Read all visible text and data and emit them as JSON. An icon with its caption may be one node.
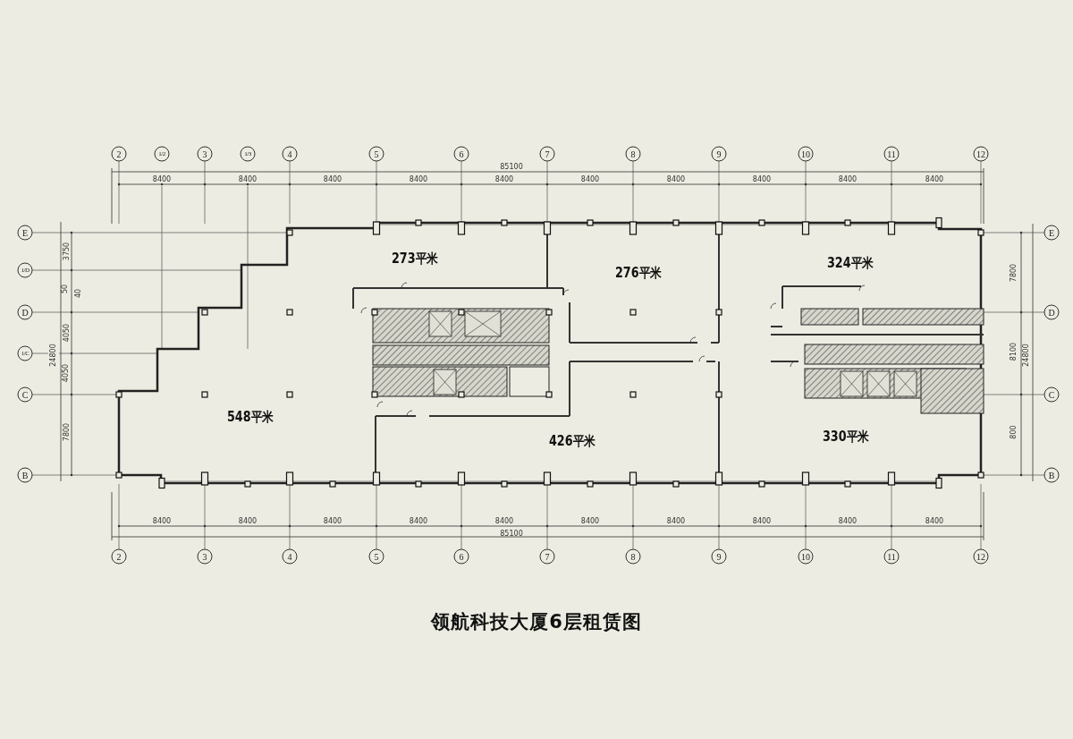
{
  "diagram": {
    "title": "领航科技大厦6层租赁图",
    "labels": [
      "2",
      "1/2",
      "3",
      "1/3",
      "4",
      "5",
      "6",
      "7",
      "8",
      "9",
      "10",
      "11",
      "12",
      "85100",
      "8400",
      "8400",
      "8400",
      "8400",
      "8400",
      "8400",
      "8400",
      "8400",
      "8400",
      "8400",
      "E",
      "E",
      "3750",
      "1/D",
      "50",
      "40",
      "7800",
      "D",
      "D",
      "4050",
      "24800",
      "1/C",
      "8100",
      "24800",
      "4050",
      "C",
      "C",
      "7800",
      "800",
      "B",
      "B",
      "273平米",
      "276平米",
      "324平米",
      "548平米",
      "426平米",
      "330平米",
      "8400",
      "8400",
      "8400",
      "8400",
      "8400",
      "8400",
      "8400",
      "8400",
      "8400",
      "8400",
      "85100",
      "2",
      "3",
      "4",
      "5",
      "6",
      "7",
      "8",
      "9",
      "10",
      "11",
      "12"
    ]
  }
}
